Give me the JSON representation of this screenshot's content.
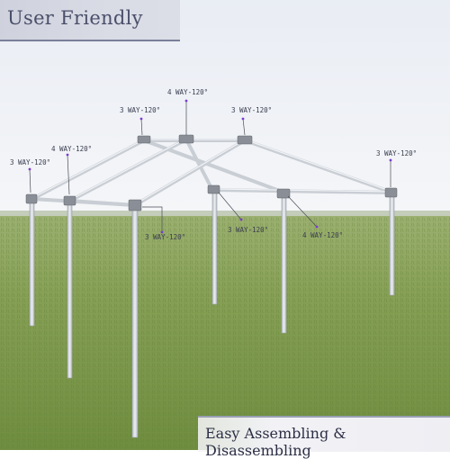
{
  "header": {
    "title": "User Friendly"
  },
  "footer": {
    "caption": "Easy Assembling & Disassembling"
  },
  "callouts": {
    "top_center": "4 WAY-120°",
    "top_left": "3 WAY-120°",
    "top_right": "3 WAY-120°",
    "mid_left": "4 WAY-120°",
    "far_left": "3 WAY-120°",
    "far_right": "3 WAY-120°",
    "lower_left": "3 WAY-120°",
    "lower_center": "3 WAY-120°",
    "lower_right": "4 WAY-120°"
  },
  "colors": {
    "sky_top": "#eef1f6",
    "sky_bottom": "#f4f6f8",
    "grass": "#7e9a4a",
    "pole": "#d8dde2",
    "connector": "#8a8e96",
    "dot": "#7a3bd0"
  }
}
